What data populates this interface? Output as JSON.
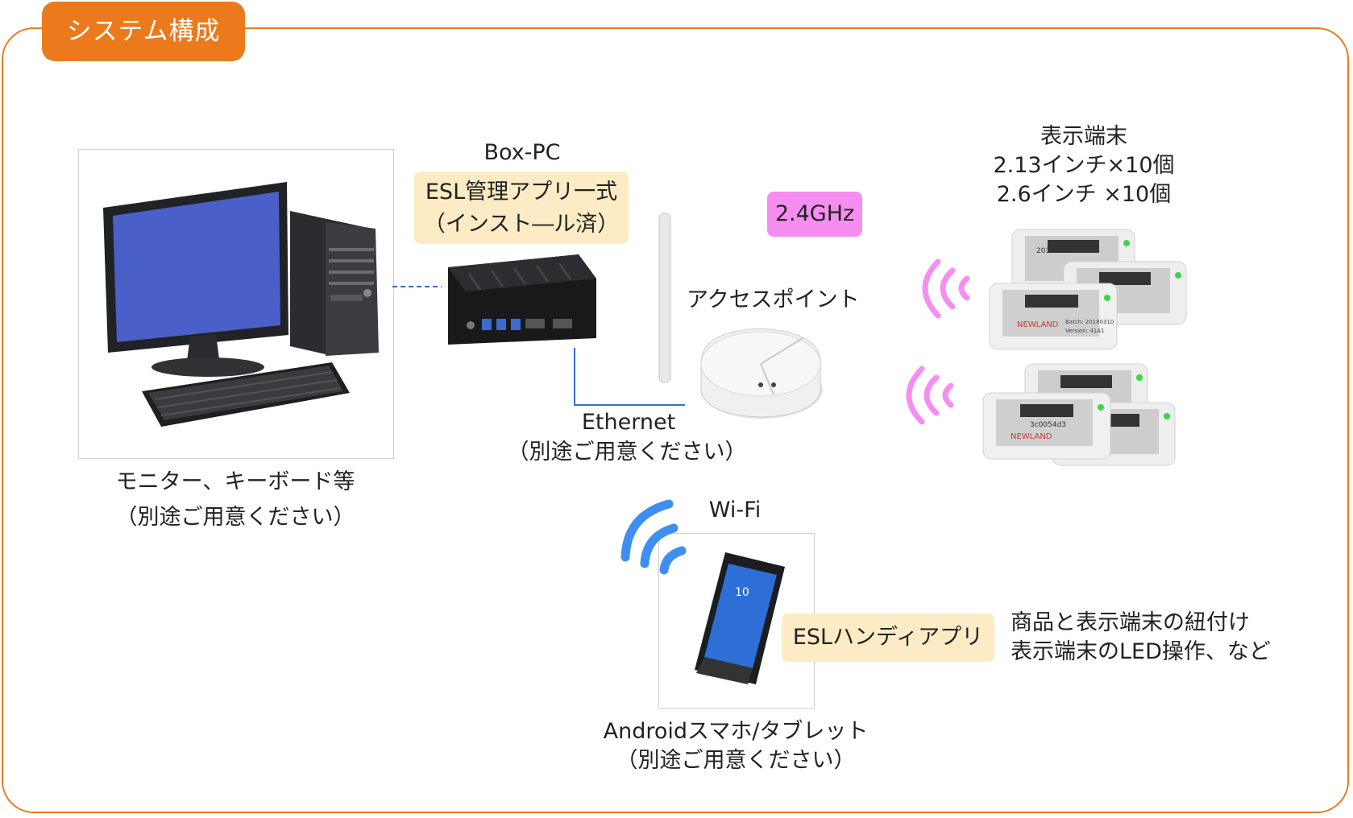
{
  "title": "システム構成",
  "colors": {
    "accent": "#ec7a1c",
    "highlight_yellow": "#fcebc4",
    "highlight_pink": "#f58ef0",
    "wifi_blue": "#3e8ff0",
    "signal_pink": "#f58ef0",
    "line_blue": "#3b6fd1"
  },
  "pc": {
    "caption_line1": "モニター、キーボード等",
    "caption_line2": "（別途ご用意ください）"
  },
  "boxpc": {
    "label": "Box-PC",
    "app_line1": "ESL管理アプリ一式",
    "app_line2": "（インスト―ル済）"
  },
  "access_point": {
    "freq": "2.4GHz",
    "label": "アクセスポイント"
  },
  "ethernet": {
    "label": "Ethernet",
    "note": "（別途ご用意ください）"
  },
  "terminals": {
    "line1": "表示端末",
    "line2": "2.13インチ×10個",
    "line3": "2.6インチ ×10個",
    "tag_brand": "NEWLAND",
    "tag_codes": [
      "203754dc",
      "3c0054d3"
    ],
    "tag_batch": "Batch: 20180310",
    "tag_version": "Version: 41A1"
  },
  "mobile": {
    "wifi_label": "Wi-Fi",
    "app_label": "ESLハンディアプリ",
    "caption_line1": "Androidスマホ/タブレット",
    "caption_line2": "（別途ご用意ください）",
    "screen_time": "10"
  },
  "features": {
    "line1": "商品と表示端末の紐付け",
    "line2": "表示端末のLED操作、など"
  },
  "icons": [
    "monitor-icon",
    "pc-tower-icon",
    "keyboard-icon",
    "mini-pc-icon",
    "access-point-icon",
    "antenna-icon",
    "esl-tag-icon",
    "wifi-signal-icon",
    "radio-wave-icon",
    "smartphone-icon"
  ]
}
